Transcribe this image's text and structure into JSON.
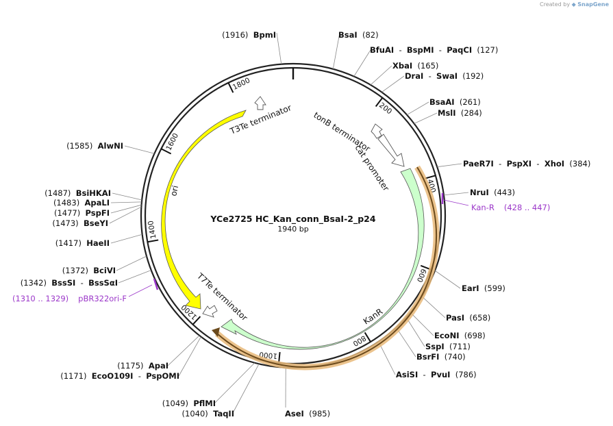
{
  "watermark": {
    "prefix": "Created by",
    "brand": "SnapGene"
  },
  "plasmid": {
    "name": "YCe2725 HC_Kan_conn_BsaI-2_p24",
    "length_label": "1940 bp",
    "length": 1940
  },
  "ticks": [
    {
      "pos": 200,
      "label": "200"
    },
    {
      "pos": 400,
      "label": "400"
    },
    {
      "pos": 600,
      "label": "600"
    },
    {
      "pos": 800,
      "label": "800"
    },
    {
      "pos": 1000,
      "label": "1000"
    },
    {
      "pos": 1200,
      "label": "1200"
    },
    {
      "pos": 1400,
      "label": "1400"
    },
    {
      "pos": 1600,
      "label": "1600"
    },
    {
      "pos": 1800,
      "label": "1800"
    }
  ],
  "enzymes": [
    {
      "text": "(1916)  BpmI",
      "parts": [
        {
          "t": "(1916)  ",
          "b": false
        },
        {
          "t": "BpmI",
          "b": true
        }
      ],
      "pos": 1916
    },
    {
      "parts": [
        {
          "t": "BsaI",
          "b": true
        },
        {
          "t": "  (82)",
          "b": false
        }
      ],
      "pos": 82
    },
    {
      "parts": [
        {
          "t": "BfuAI",
          "b": true
        },
        {
          "t": "  -  ",
          "b": false
        },
        {
          "t": "BspMI",
          "b": true
        },
        {
          "t": "  -  ",
          "b": false
        },
        {
          "t": "PaqCI",
          "b": true
        },
        {
          "t": "  (127)",
          "b": false
        }
      ],
      "pos": 127
    },
    {
      "parts": [
        {
          "t": "XbaI",
          "b": true
        },
        {
          "t": "  (165)",
          "b": false
        }
      ],
      "pos": 165
    },
    {
      "parts": [
        {
          "t": "DraI",
          "b": true
        },
        {
          "t": "  -  ",
          "b": false
        },
        {
          "t": "SwaI",
          "b": true
        },
        {
          "t": "  (192)",
          "b": false
        }
      ],
      "pos": 192
    },
    {
      "parts": [
        {
          "t": "BsaAI",
          "b": true
        },
        {
          "t": "  (261)",
          "b": false
        }
      ],
      "pos": 261
    },
    {
      "parts": [
        {
          "t": "MslI",
          "b": true
        },
        {
          "t": "  (284)",
          "b": false
        }
      ],
      "pos": 284
    },
    {
      "parts": [
        {
          "t": "PaeR7I",
          "b": true
        },
        {
          "t": "  -  ",
          "b": false
        },
        {
          "t": "PspXI",
          "b": true
        },
        {
          "t": "  -  ",
          "b": false
        },
        {
          "t": "XhoI",
          "b": true
        },
        {
          "t": "  (384)",
          "b": false
        }
      ],
      "pos": 384
    },
    {
      "parts": [
        {
          "t": "NruI",
          "b": true
        },
        {
          "t": "  (443)",
          "b": false
        }
      ],
      "pos": 443
    },
    {
      "parts": [
        {
          "t": "EarI",
          "b": true
        },
        {
          "t": "  (599)",
          "b": false
        }
      ],
      "pos": 599
    },
    {
      "parts": [
        {
          "t": "PasI",
          "b": true
        },
        {
          "t": "  (658)",
          "b": false
        }
      ],
      "pos": 658
    },
    {
      "parts": [
        {
          "t": "EcoNI",
          "b": true
        },
        {
          "t": "  (698)",
          "b": false
        }
      ],
      "pos": 698
    },
    {
      "parts": [
        {
          "t": "SspI",
          "b": true
        },
        {
          "t": "  (711)",
          "b": false
        }
      ],
      "pos": 711
    },
    {
      "parts": [
        {
          "t": "BsrFI",
          "b": true
        },
        {
          "t": "  (740)",
          "b": false
        }
      ],
      "pos": 740
    },
    {
      "parts": [
        {
          "t": "AsiSI",
          "b": true
        },
        {
          "t": "  -  ",
          "b": false
        },
        {
          "t": "PvuI",
          "b": true
        },
        {
          "t": "  (786)",
          "b": false
        }
      ],
      "pos": 786
    },
    {
      "parts": [
        {
          "t": "AseI",
          "b": true
        },
        {
          "t": "  (985)",
          "b": false
        }
      ],
      "pos": 985
    },
    {
      "parts": [
        {
          "t": "(1040)  ",
          "b": false
        },
        {
          "t": "TaqII",
          "b": true
        }
      ],
      "pos": 1040
    },
    {
      "parts": [
        {
          "t": "(1049)  ",
          "b": false
        },
        {
          "t": "PflMI",
          "b": true
        }
      ],
      "pos": 1049
    },
    {
      "parts": [
        {
          "t": "(1171)  ",
          "b": false
        },
        {
          "t": "EcoO109I",
          "b": true
        },
        {
          "t": "  -  ",
          "b": false
        },
        {
          "t": "PspOMI",
          "b": true
        }
      ],
      "pos": 1171
    },
    {
      "parts": [
        {
          "t": "(1175)  ",
          "b": false
        },
        {
          "t": "ApaI",
          "b": true
        }
      ],
      "pos": 1175
    },
    {
      "parts": [
        {
          "t": "(1342)  ",
          "b": false
        },
        {
          "t": "BssSI",
          "b": true
        },
        {
          "t": "  -  ",
          "b": false
        },
        {
          "t": "BssSαI",
          "b": true
        }
      ],
      "pos": 1342
    },
    {
      "parts": [
        {
          "t": "(1372)  ",
          "b": false
        },
        {
          "t": "BciVI",
          "b": true
        }
      ],
      "pos": 1372
    },
    {
      "parts": [
        {
          "t": "(1417)  ",
          "b": false
        },
        {
          "t": "HaeII",
          "b": true
        }
      ],
      "pos": 1417
    },
    {
      "parts": [
        {
          "t": "(1473)  ",
          "b": false
        },
        {
          "t": "BseYI",
          "b": true
        }
      ],
      "pos": 1473
    },
    {
      "parts": [
        {
          "t": "(1477)  ",
          "b": false
        },
        {
          "t": "PspFI",
          "b": true
        }
      ],
      "pos": 1477
    },
    {
      "parts": [
        {
          "t": "(1483)  ",
          "b": false
        },
        {
          "t": "ApaLI",
          "b": true
        }
      ],
      "pos": 1483
    },
    {
      "parts": [
        {
          "t": "(1487)  ",
          "b": false
        },
        {
          "t": "BsiHKAI",
          "b": true
        }
      ],
      "pos": 1487
    },
    {
      "parts": [
        {
          "t": "(1585)  ",
          "b": false
        },
        {
          "t": "AlwNI",
          "b": true
        }
      ],
      "pos": 1585
    }
  ],
  "primers": [
    {
      "name": "Kan-R",
      "range": "(428 .. 447)",
      "pos": 437
    },
    {
      "name": "pBR322ori-F",
      "range": "(1310 .. 1329)",
      "pos": 1320
    }
  ],
  "features": [
    {
      "name": "ori",
      "color": "#ffff00"
    },
    {
      "name": "KanR",
      "color": "#ccffcc"
    },
    {
      "name": "T3Te terminator"
    },
    {
      "name": "tonB terminator"
    },
    {
      "name": "cat promoter"
    },
    {
      "name": "T7Te terminator"
    }
  ],
  "colors": {
    "primer": "#9b37c9",
    "orf": "#c9822a",
    "backbone": "#222222"
  }
}
